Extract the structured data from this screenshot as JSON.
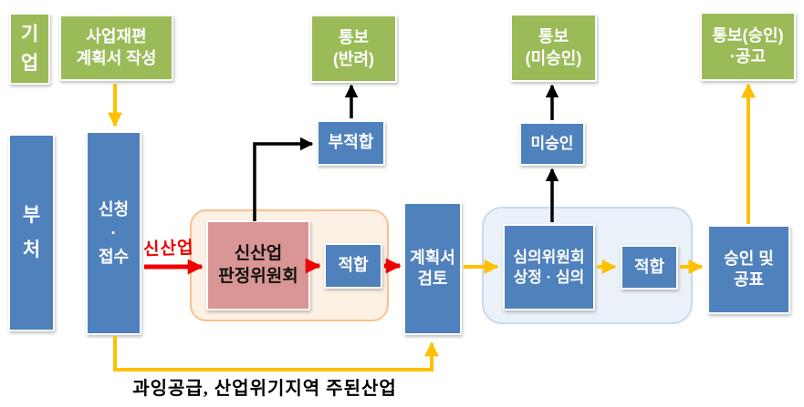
{
  "colors": {
    "green": "#9BBB59",
    "blue": "#4F81BD",
    "pink_box": "#D99694",
    "pink_container_fill": "#FDF0E4",
    "pink_container_border": "#FAC090",
    "blue_container_fill": "#EAF1F8",
    "blue_container_border": "#C9DAEC",
    "arrow_yellow": "#FFC000",
    "arrow_red": "#EE0000",
    "arrow_black": "#000000"
  },
  "nodes": {
    "company": "기\n업",
    "plan": "사업재편\n계획서 작성",
    "ministry": "부\n처",
    "apply": "신청\n·\n접수",
    "judge_committee": "신산업\n판정위원회",
    "fit1": "적합",
    "unfit": "부적합",
    "notify_reject": "통보\n(반려)",
    "review": "계획서\n검토",
    "deliberation": "심의위원회\n상정 · 심의",
    "not_approved": "미승인",
    "notify_not_approved": "통보\n(미승인)",
    "fit2": "적합",
    "approve": "승인 및\n공표",
    "notify_approved": "통보(승인)\n·공고"
  },
  "labels": {
    "new_industry": "신산업",
    "oversupply": "과잉공급, 산업위기지역 주된산업"
  }
}
